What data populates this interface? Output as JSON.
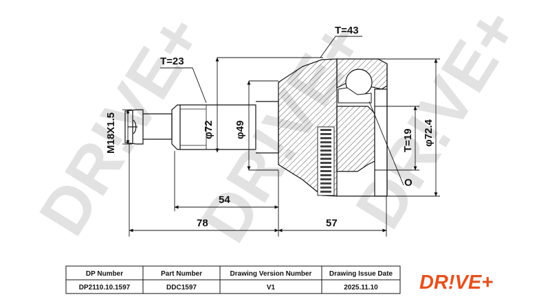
{
  "watermark": "DR!VE+",
  "logo": "DR!VE+",
  "dimensions": {
    "thread": "M18X1.5",
    "spline_teeth": "T=23",
    "housing_teeth": "T=43",
    "shaft_dia": "φ72",
    "stem_dia": "φ49",
    "outer_dia": "φ72.4",
    "inner_teeth": "T=19",
    "o_ring": "O",
    "length_54": "54",
    "length_78": "78",
    "length_57": "57"
  },
  "table": {
    "headers": [
      "DP Number",
      "Part Number",
      "Drawing Version Number",
      "Drawing Issue Date"
    ],
    "values": [
      "DP2110.10.1597",
      "DDC1597",
      "V1",
      "2025.11.10"
    ]
  },
  "colors": {
    "logo": "#e4511f",
    "watermark": "#e2e2e2",
    "lines": "#111111"
  }
}
